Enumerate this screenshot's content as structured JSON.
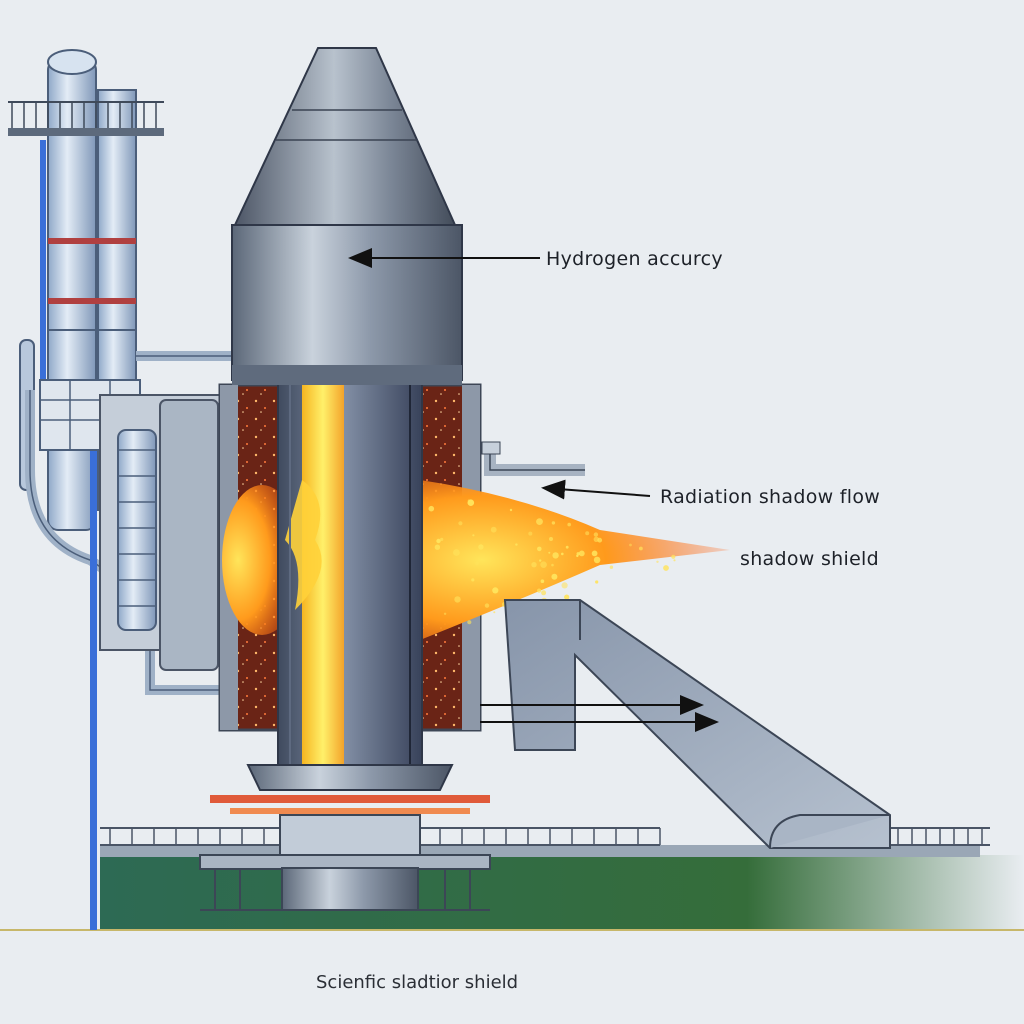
{
  "labels": {
    "hydrogen": "Hydrogen accurcy",
    "radiation": "Radiation shadow flow",
    "shield": "shadow shield"
  },
  "caption": "Scienfic sladtior shield",
  "colors": {
    "background": "#e9edf1",
    "steel": "#7f8da0",
    "core_glow": "#f4c430",
    "flame": "#ff8a1a",
    "chamber": "#7a2a1c",
    "ground": "#2f6a47",
    "blue_pipe": "#3a6fd8"
  }
}
